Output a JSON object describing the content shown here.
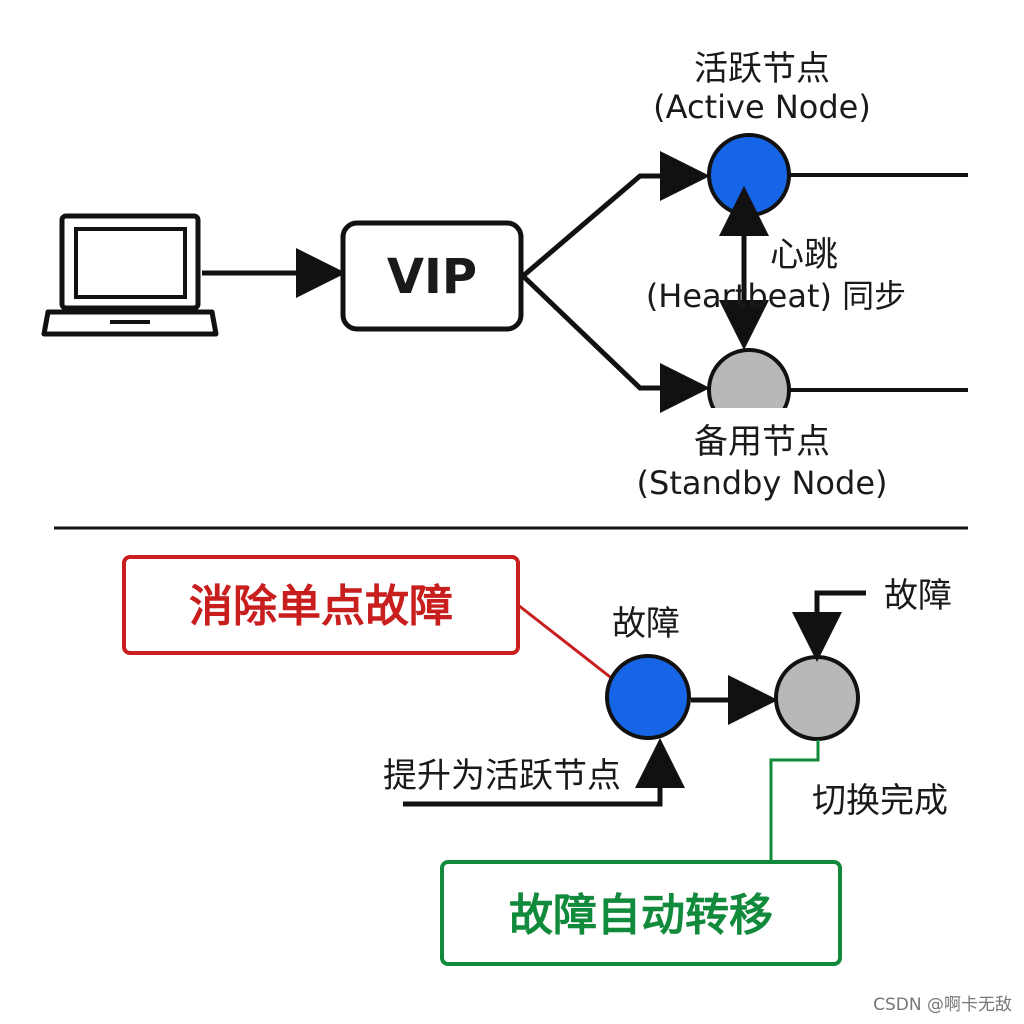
{
  "colors": {
    "active_node": "#1565e6",
    "standby_node": "#b8b8b8",
    "highlight_red": "#c81e1e",
    "highlight_green": "#128a3c",
    "line": "#111111"
  },
  "top": {
    "client_icon": "laptop-icon",
    "vip_label": "VIP",
    "active_node": {
      "label_cn": "活跃节点",
      "label_en": "(Active Node)"
    },
    "standby_node": {
      "label_cn": "备用节点",
      "label_en": "(Standby Node)"
    },
    "heartbeat": {
      "line1": "心跳",
      "line2": "(Heartbeat) 同步"
    }
  },
  "bottom": {
    "eliminate_spof": "消除单点故障",
    "failed_node_label": "故障",
    "fault_injection_label": "故障",
    "promote_label": "提升为活跃节点",
    "switch_done_label": "切换完成",
    "failover": "故障自动转移"
  },
  "watermark": "CSDN @啊卡无敌"
}
